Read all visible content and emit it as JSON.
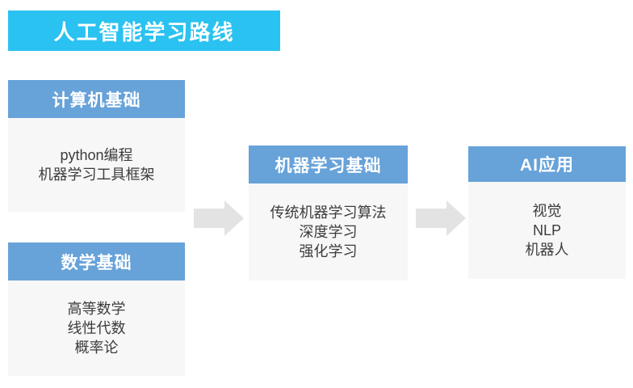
{
  "title": "人工智能学习路线",
  "colors": {
    "banner_bg": "#2ac2f0",
    "header_bg": "#67a2d9",
    "body_bg": "#f7f7f7",
    "body_text": "#3c3c3c",
    "header_text": "#ffffff",
    "arrow": "#e3e3e3",
    "canvas_bg": "#ffffff"
  },
  "boxes": {
    "computer": {
      "header": "计算机基础",
      "items": [
        "python编程",
        "机器学习工具框架"
      ]
    },
    "math": {
      "header": "数学基础",
      "items": [
        "高等数学",
        "线性代数",
        "概率论"
      ]
    },
    "ml": {
      "header": "机器学习基础",
      "items": [
        "传统机器学习算法",
        "深度学习",
        "强化学习"
      ]
    },
    "ai": {
      "header": "AI应用",
      "items": [
        "视觉",
        "NLP",
        "机器人"
      ]
    }
  },
  "arrows": {
    "direction": "right",
    "count": 2
  }
}
